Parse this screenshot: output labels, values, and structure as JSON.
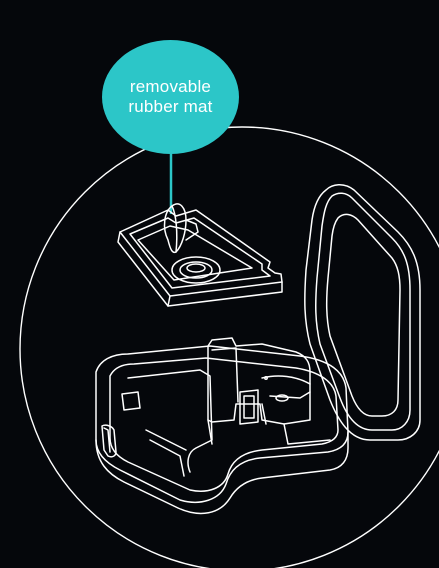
{
  "callout": {
    "line1": "removable",
    "line2": "rubber mat"
  },
  "colors": {
    "background": "#05070b",
    "line_art": "#ffffff",
    "callout_fill": "#2cc6c8",
    "callout_text": "#ffffff"
  },
  "icons": {
    "case_illustration": "earbud-charging-case-line-art",
    "mat_illustration": "rubber-mat-line-art"
  }
}
